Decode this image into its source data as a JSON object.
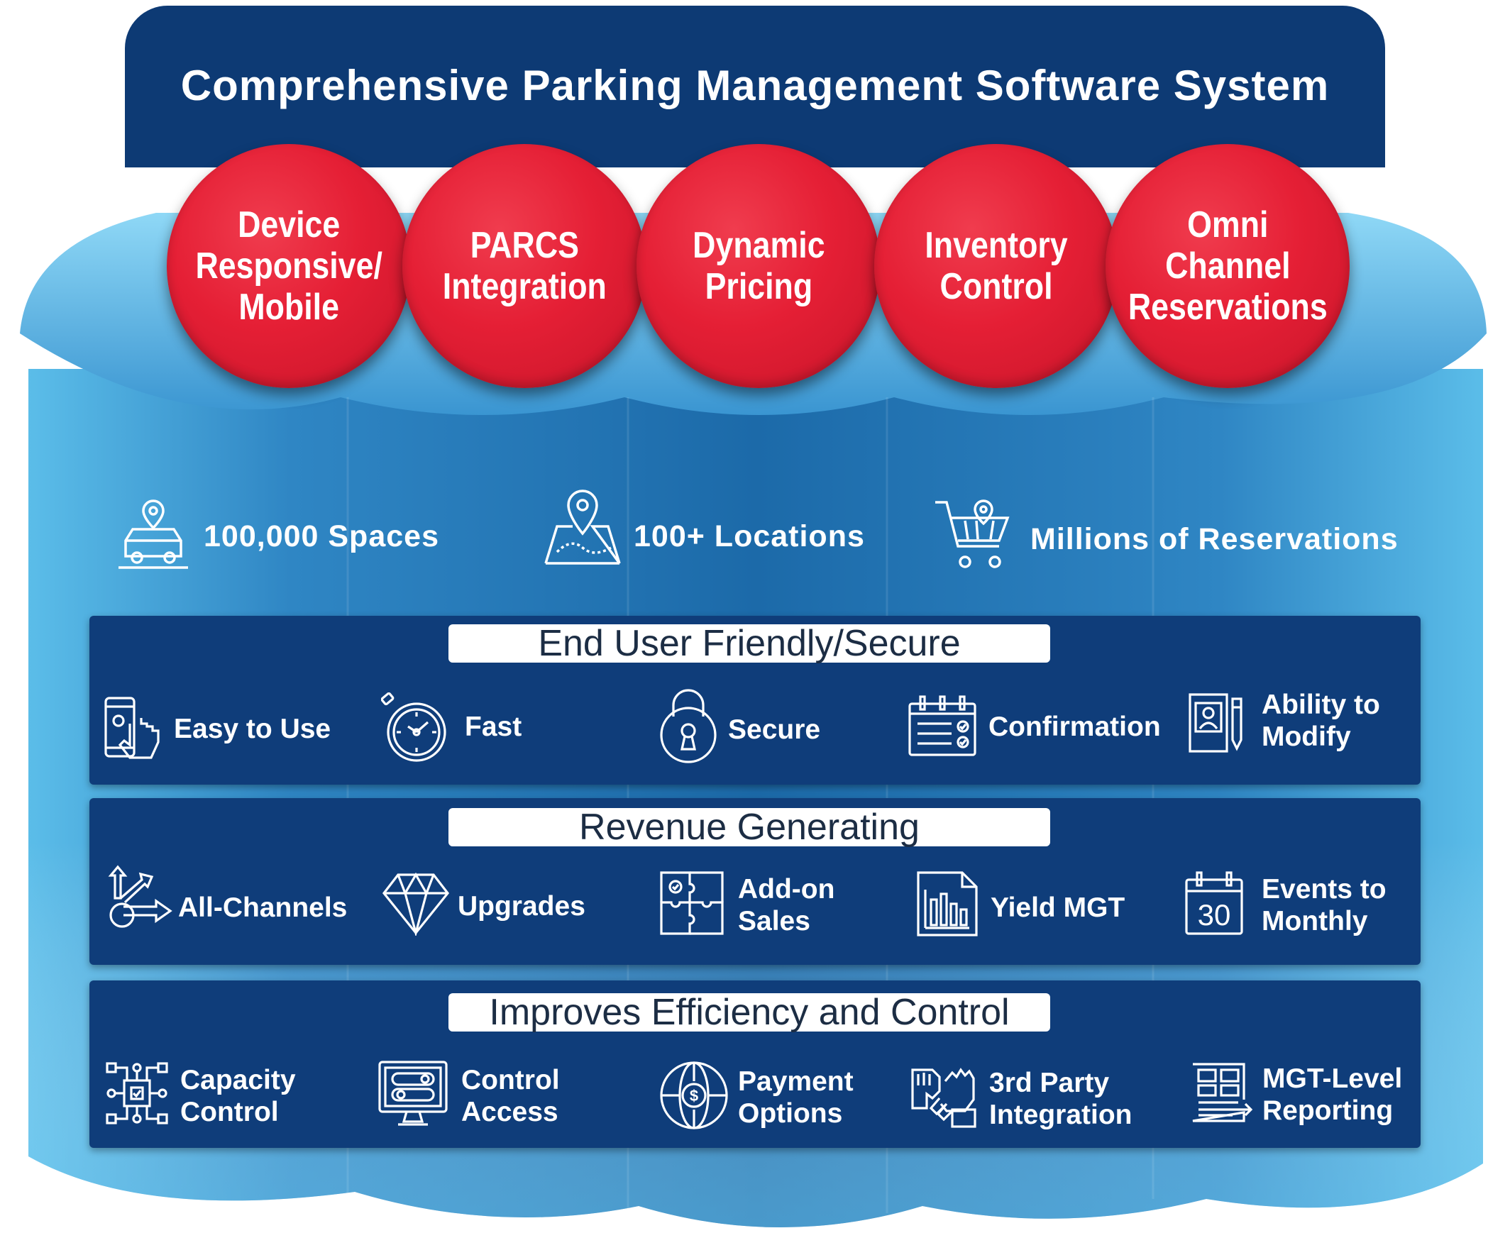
{
  "header": {
    "title": "Comprehensive Parking Management Software System"
  },
  "features": [
    {
      "label": "Device\nResponsive/\nMobile"
    },
    {
      "label": "PARCS\nIntegration"
    },
    {
      "label": "Dynamic\nPricing"
    },
    {
      "label": "Inventory\nControl"
    },
    {
      "label": "Omni\nChannel\nReservations"
    }
  ],
  "stats": [
    {
      "icon": "car-location-icon",
      "label": "100,000 Spaces"
    },
    {
      "icon": "map-pin-icon",
      "label": "100+ Locations"
    },
    {
      "icon": "shopping-cart-icon",
      "label": "Millions of Reservations"
    }
  ],
  "sections": [
    {
      "title": "End User Friendly/Secure",
      "items": [
        {
          "icon": "phone-touch-icon",
          "label": "Easy to Use"
        },
        {
          "icon": "stopwatch-icon",
          "label": "Fast"
        },
        {
          "icon": "padlock-icon",
          "label": "Secure"
        },
        {
          "icon": "checklist-calendar-icon",
          "label": "Confirmation"
        },
        {
          "icon": "document-edit-icon",
          "label": "Ability to\nModify"
        }
      ]
    },
    {
      "title": "Revenue Generating",
      "items": [
        {
          "icon": "arrows-split-icon",
          "label": "All-Channels"
        },
        {
          "icon": "diamond-icon",
          "label": "Upgrades"
        },
        {
          "icon": "puzzle-icon",
          "label": "Add-on\nSales"
        },
        {
          "icon": "bar-chart-icon",
          "label": "Yield MGT"
        },
        {
          "icon": "calendar-30-icon",
          "label": "Events to\nMonthly"
        }
      ]
    },
    {
      "title": "Improves Efficiency and Control",
      "items": [
        {
          "icon": "chip-network-icon",
          "label": "Capacity\nControl"
        },
        {
          "icon": "monitor-toggle-icon",
          "label": "Control\nAccess"
        },
        {
          "icon": "globe-dollar-icon",
          "label": "Payment\nOptions"
        },
        {
          "icon": "handshake-icon",
          "label": "3rd Party\nIntegration"
        },
        {
          "icon": "report-grid-icon",
          "label": "MGT-Level\nReporting"
        }
      ]
    }
  ],
  "colors": {
    "banner": "#0d3a74",
    "circle": "#e51f35",
    "panel": "#0f3d7a",
    "cylinder_light": "#6cc6ef",
    "cylinder_dark": "#1f6fb0"
  }
}
